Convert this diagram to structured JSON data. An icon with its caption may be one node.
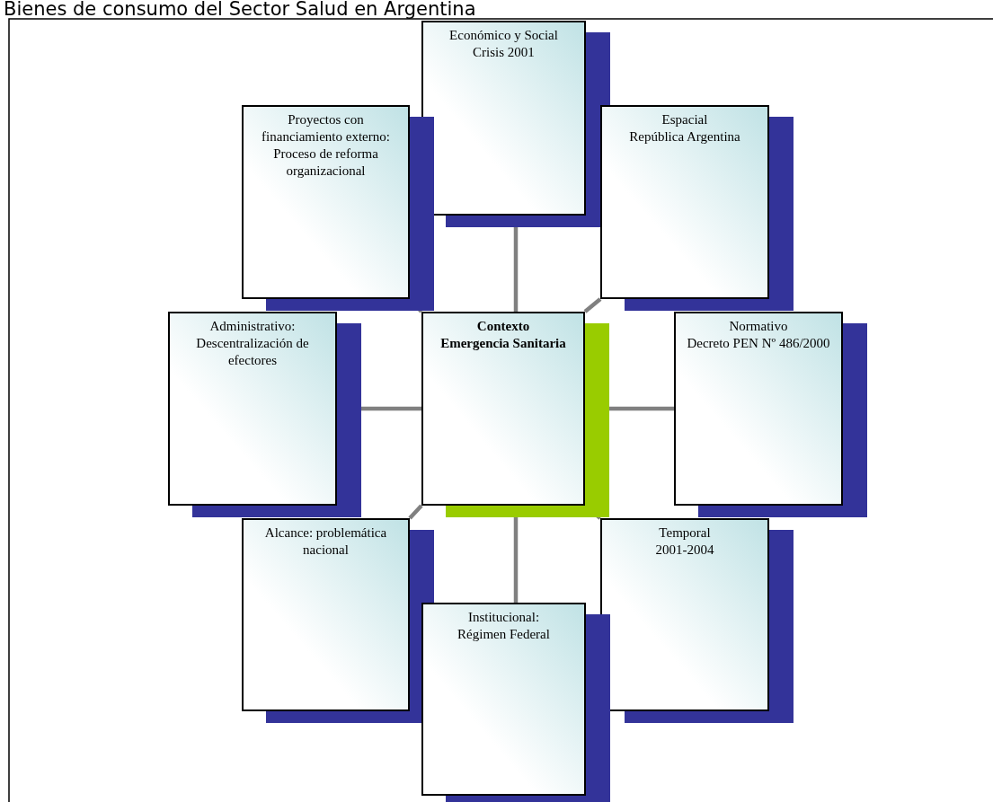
{
  "diagram": {
    "title": "Bienes de consumo del Sector Salud en Argentina",
    "nodes": [
      {
        "text": [
          "Económico y Social",
          "Crisis 2001"
        ]
      },
      {
        "text": [
          "Proyectos con financiamiento externo: Proceso de reforma organizacional"
        ]
      },
      {
        "text": [
          "Espacial",
          "República Argentina"
        ]
      },
      {
        "text": [
          "Administrativo: Descentralización de efectores"
        ]
      },
      {
        "text": [
          "Contexto",
          "Emergencia Sanitaria"
        ]
      },
      {
        "text": [
          "Normativo",
          "Decreto PEN Nº 486/2000"
        ]
      },
      {
        "text": [
          "Alcance: problemática nacional"
        ]
      },
      {
        "text": [
          "Temporal",
          "2001-2004"
        ]
      },
      {
        "text": [
          "Institucional:",
          "Régimen Federal"
        ]
      }
    ],
    "edges": [
      {
        "from": 4,
        "to": 0,
        "arrow": "none"
      },
      {
        "from": 4,
        "to": 1,
        "arrow": "none"
      },
      {
        "from": 4,
        "to": 2,
        "arrow": "none"
      },
      {
        "from": 4,
        "to": 3,
        "arrow": "none"
      },
      {
        "from": 4,
        "to": 5,
        "arrow": "none"
      },
      {
        "from": 4,
        "to": 6,
        "arrow": "none"
      },
      {
        "from": 4,
        "to": 7,
        "arrow": "none"
      },
      {
        "from": 4,
        "to": 8,
        "arrow": "none"
      }
    ]
  }
}
